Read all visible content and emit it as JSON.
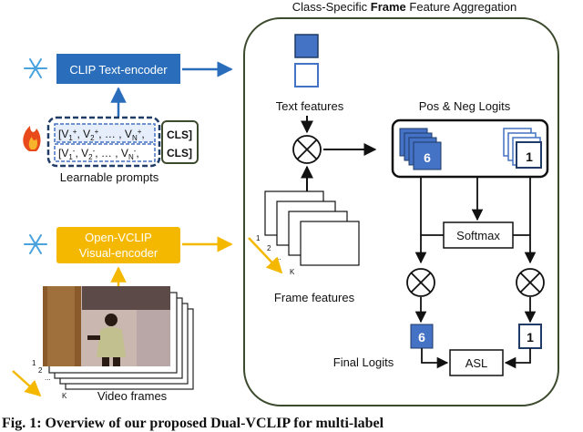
{
  "title": {
    "prefix": "Class-Specific ",
    "bold": "Frame",
    "suffix": " Feature Aggregation"
  },
  "text_encoder": {
    "label": "CLIP Text-encoder",
    "frozen_icon": "snowflake-icon"
  },
  "prompts": {
    "positive": "[V",
    "negative": "[V",
    "cls_pos": "CLS]",
    "cls_neg": "CLS]",
    "label": "Learnable prompts",
    "trainable_icon": "flame-icon"
  },
  "visual_encoder": {
    "line1": "Open-VCLIP",
    "line2": "Visual-encoder",
    "frozen_icon": "snowflake-icon"
  },
  "labels": {
    "text_features": "Text features",
    "pos_neg_logits": "Pos & Neg Logits",
    "softmax": "Softmax",
    "frame_features": "Frame features",
    "final_logits": "Final Logits",
    "asl": "ASL",
    "video_frames": "Video frames"
  },
  "counts": {
    "pos": "6",
    "neg": "1"
  },
  "index_labels": {
    "one": "1",
    "two": "2",
    "dots": "...",
    "k": "K"
  },
  "colors": {
    "text_encoder": "#2a6ebb",
    "visual_encoder": "#f5b800",
    "positive_feature": "#4472c4",
    "arrow_blue": "#2a6ebb",
    "arrow_yellow": "#f5b800",
    "panel_border": "#3c4a2e"
  },
  "caption": "Fig. 1: Overview of our proposed Dual-VCLIP for multi-label"
}
